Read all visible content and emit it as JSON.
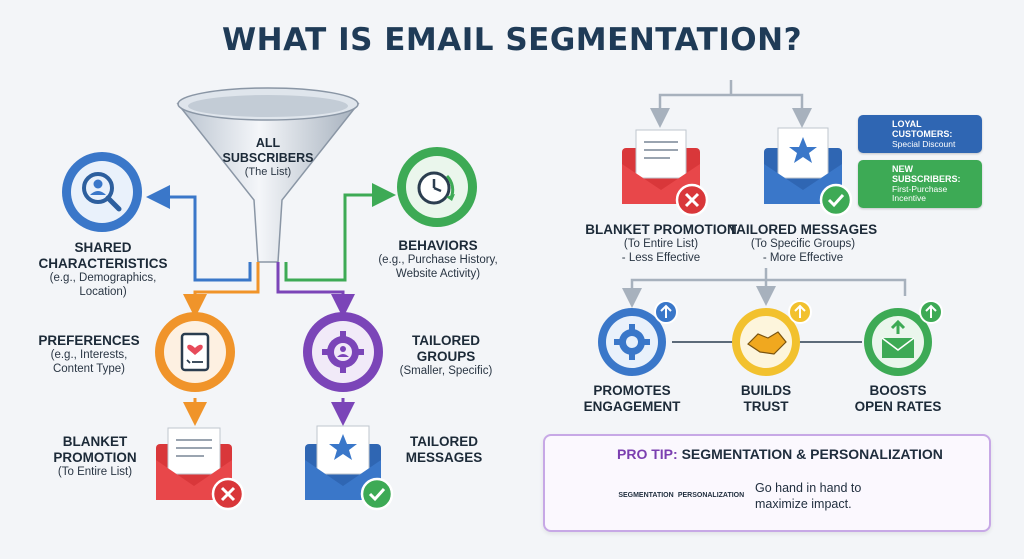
{
  "title": "WHAT IS EMAIL SEGMENTATION?",
  "funnel": {
    "title": "ALL SUBSCRIBERS",
    "subtitle": "(The List)"
  },
  "left": {
    "shared": {
      "title": "SHARED CHARACTERISTICS",
      "sub": "(e.g., Demographics, Location)"
    },
    "behaviors": {
      "title": "BEHAVIORS",
      "sub": "(e.g., Purchase History, Website Activity)"
    },
    "preferences": {
      "title": "PREFERENCES",
      "sub": "(e.g., Interests, Content Type)"
    },
    "tailored_groups": {
      "title": "TAILORED GROUPS",
      "sub": "(Smaller, Specific)"
    },
    "blanket": {
      "title": "BLANKET PROMOTION",
      "sub": "(To Entire List)"
    },
    "tailored_messages": {
      "title": "TAILORED MESSAGES"
    }
  },
  "right": {
    "blanket": {
      "title": "BLANKET PROMOTION",
      "sub1": "(To Entire List)",
      "sub2": "- Less Effective"
    },
    "tailored": {
      "title": "TAILORED MESSAGES",
      "sub1": "(To Specific Groups)",
      "sub2": "- More Effective"
    },
    "bubbles": [
      {
        "title": "LOYAL CUSTOMERS:",
        "sub": "Special Discount",
        "icon": "crown-icon"
      },
      {
        "title": "NEW SUBSCRIBERS:",
        "sub": "First-Purchase Incentive",
        "icon": "gift-icon"
      }
    ],
    "benefits": [
      {
        "line1": "PROMOTES",
        "line2": "ENGAGEMENT",
        "icon": "gear-icon"
      },
      {
        "line1": "BUILDS",
        "line2": "TRUST",
        "icon": "handshake-icon"
      },
      {
        "line1": "BOOSTS",
        "line2": "OPEN RATES",
        "icon": "envelope-up-icon"
      }
    ]
  },
  "pro_tip": {
    "label": "PRO TIP:",
    "title": "SEGMENTATION & PERSONALIZATION",
    "gear1": "SEGMENTATION",
    "gear2": "PERSONALIZATION",
    "text": "Go hand in hand to maximize impact."
  },
  "colors": {
    "blue": "#3a77c9",
    "green": "#3daa55",
    "orange": "#f0942a",
    "purple": "#7b45b8",
    "red": "#d9373a",
    "yellow": "#f2c12e",
    "navy": "#1f3b57"
  }
}
